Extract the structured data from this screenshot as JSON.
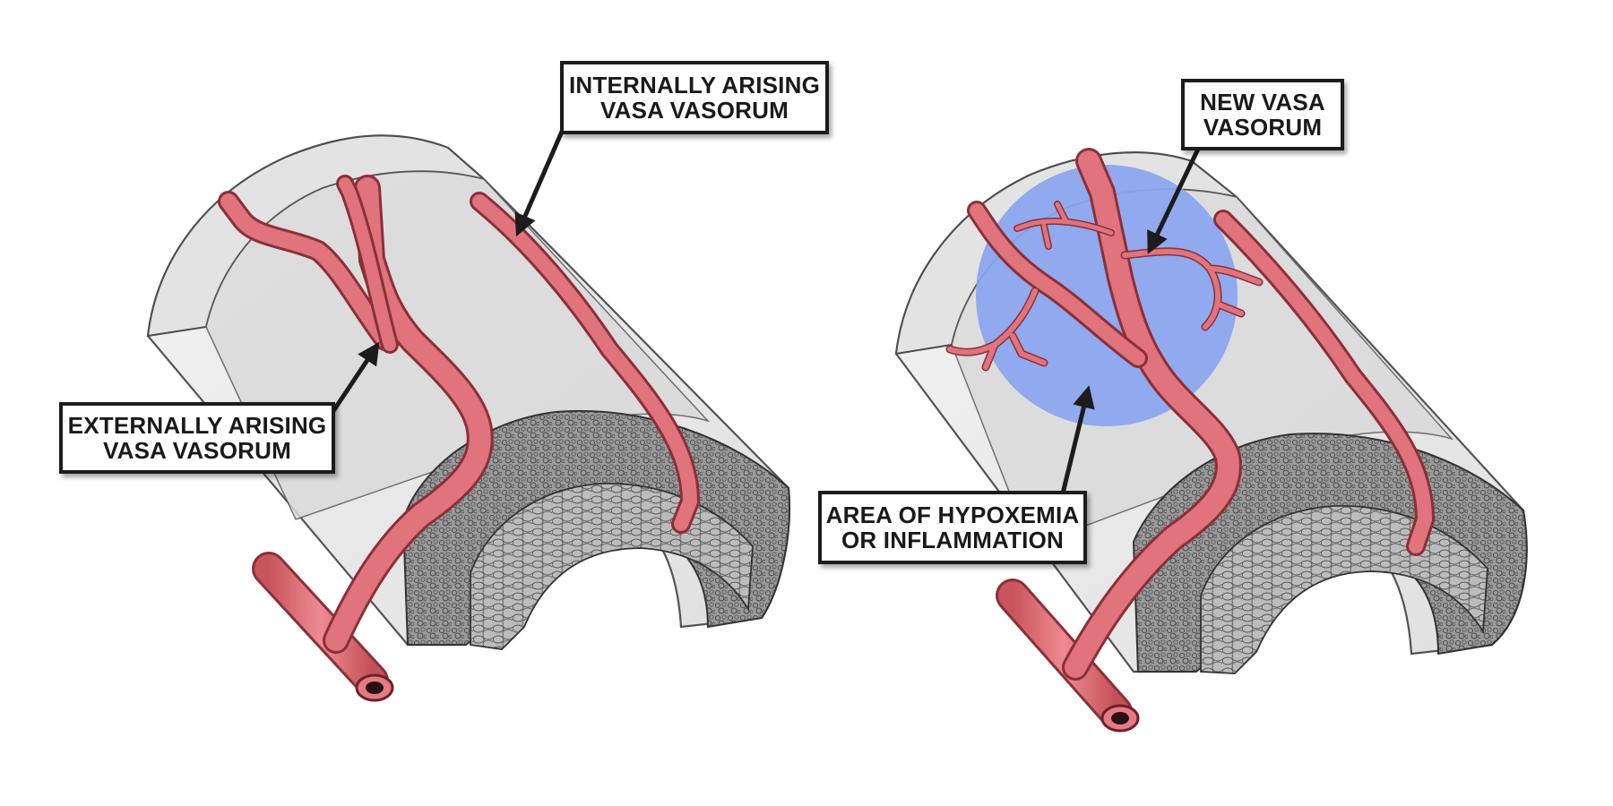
{
  "labels": {
    "internally_arising": {
      "line1": "INTERNALLY ARISING",
      "line2": "VASA VASORUM"
    },
    "externally_arising": {
      "line1": "EXTERNALLY ARISING",
      "line2": "VASA VASORUM"
    },
    "new_vasa": {
      "line1": "NEW VASA",
      "line2": "VASORUM"
    },
    "hypoxemia": {
      "line1": "AREA OF HYPOXEMIA",
      "line2": "OR INFLAMMATION"
    }
  },
  "colors": {
    "vessel": "#e0737b",
    "vessel_edge": "#8a3038",
    "tunica_outer": "#ececec",
    "tunica_media": "#8f8f8f",
    "tunica_intima": "#b9b9b9",
    "hypoxia_zone": "#8aa4ef",
    "outline": "#4a4a4a"
  }
}
